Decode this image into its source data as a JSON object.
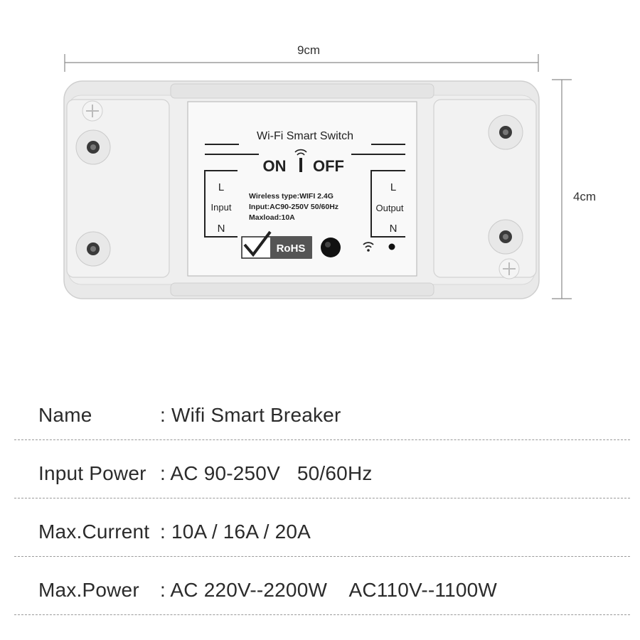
{
  "dimensions": {
    "width": "9cm",
    "height": "4cm"
  },
  "device_label": {
    "title": "Wi-Fi Smart Switch",
    "on": "ON",
    "off": "OFF",
    "wireless": "Wireless type:WIFI 2.4G",
    "input": "Input:AC90-250V 50/60Hz",
    "maxload": "Maxload:10A",
    "rohs": "RoHS",
    "left_terminal": {
      "l": "L",
      "name": "Input",
      "n": "N"
    },
    "right_terminal": {
      "l": "L",
      "name": "Output",
      "n": "N"
    }
  },
  "specs": [
    {
      "label": "Name",
      "value": ": Wifi Smart Breaker"
    },
    {
      "label": "Input Power",
      "value": ": AC 90-250V   50/60Hz"
    },
    {
      "label": "Max.Current",
      "value": ": 10A / 16A / 20A"
    },
    {
      "label": "Max.Power",
      "value": ": AC 220V--2200W    AC110V--1100W"
    }
  ],
  "colors": {
    "housing": "#ececec",
    "label_bg": "#f7f7f7",
    "text": "#2b2b2b",
    "divider": "#9a9a9a"
  }
}
